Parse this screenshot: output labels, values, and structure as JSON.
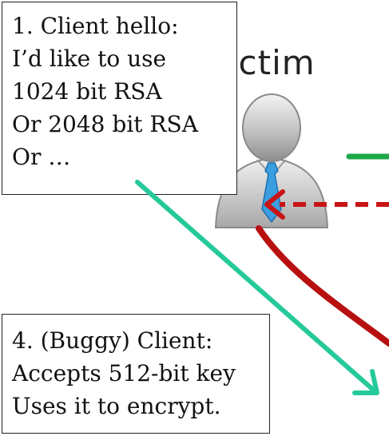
{
  "step1": {
    "lines": [
      "1. Client hello:",
      "I’d like to use",
      "1024 bit RSA",
      "Or 2048 bit RSA",
      "Or …"
    ]
  },
  "step4": {
    "lines": [
      "4. (Buggy) Client:",
      "Accepts 512-bit key",
      "Uses it to encrypt."
    ]
  },
  "victim": {
    "label": "victim",
    "icon": "user-icon"
  },
  "colors": {
    "teal_arrow": "#25c99a",
    "green_arrow": "#1fa84a",
    "red_dashed": "#c81414",
    "red_curve": "#b81010",
    "tie": "#3a9ee0"
  }
}
